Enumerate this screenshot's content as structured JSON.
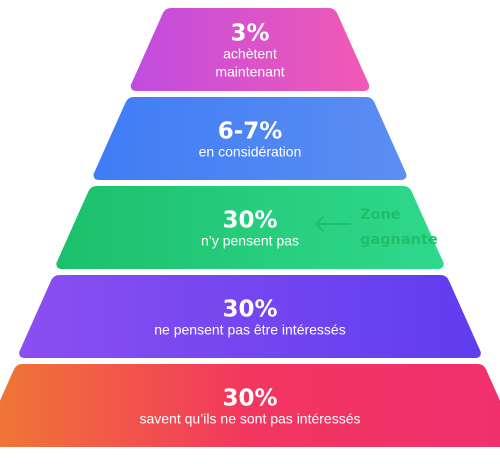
{
  "pyramid": {
    "tiers": [
      {
        "value": "3%",
        "label_lines": [
          "achètent",
          "maintenant"
        ],
        "gradient": [
          "#c04ce0",
          "#f25ab3"
        ]
      },
      {
        "value": "6-7%",
        "label_lines": [
          "en considération"
        ],
        "gradient": [
          "#3f7cf5",
          "#5c8ef2"
        ]
      },
      {
        "value": "30%",
        "label_lines": [
          "n’y pensent pas"
        ],
        "gradient": [
          "#1cc06c",
          "#2fd98b"
        ]
      },
      {
        "value": "30%",
        "label_lines": [
          "ne pensent pas être intéressés"
        ],
        "gradient": [
          "#8a4ff0",
          "#5f3df0"
        ]
      },
      {
        "value": "30%",
        "label_lines": [
          "savent qu’ils ne sont pas intéressés"
        ],
        "gradient": [
          "#f07a33",
          "#f2365f",
          "#f0306f"
        ]
      }
    ],
    "zone": {
      "lines": [
        "Zone",
        "gagnante"
      ],
      "color": "#1fbf6a",
      "arrow_icon": "arrow-left-icon",
      "points_to_tier": 2
    }
  }
}
